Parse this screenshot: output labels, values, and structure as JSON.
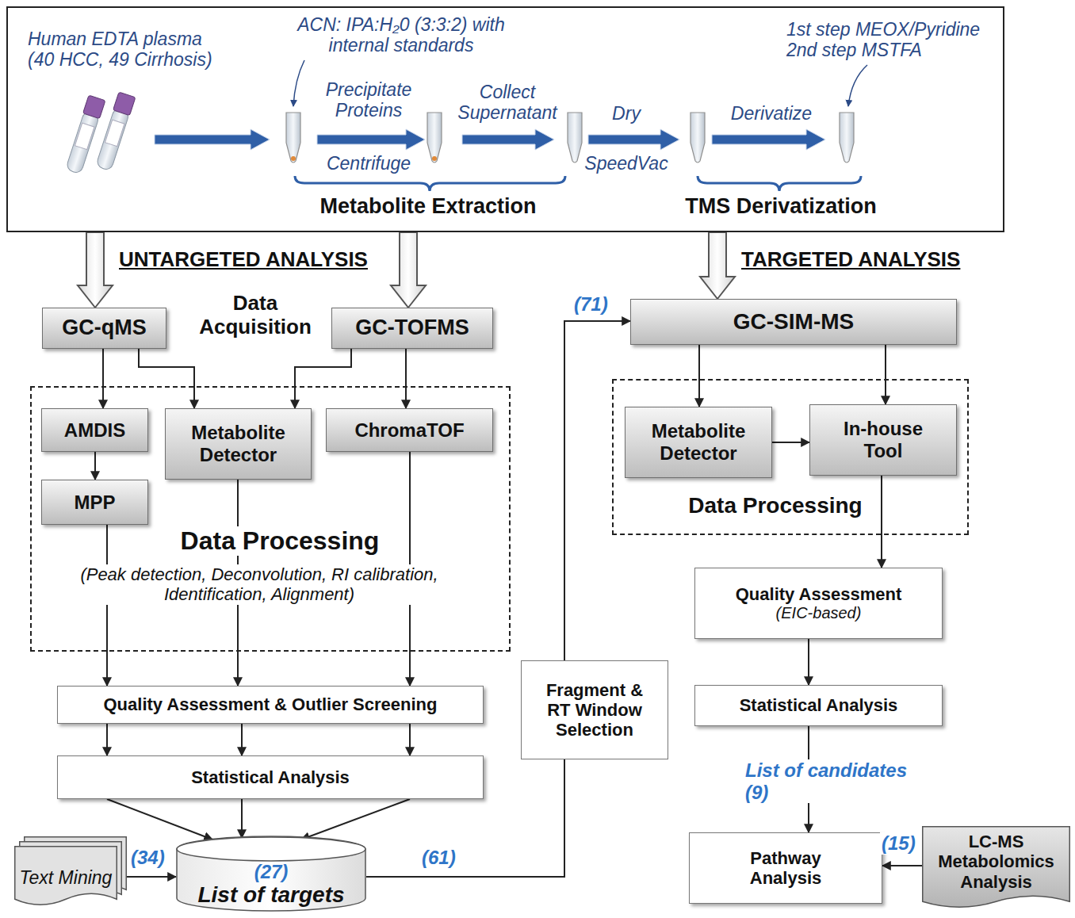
{
  "diagram": {
    "nodes": [
      {
        "text": [
          "Human EDTA plasma (40 HCC, 49 Cirrhosis)",
          "ACN: IPA:H₂0 (3:3:2) with internal standards",
          "Precipitate Proteins",
          "Centrifuge",
          "Collect Supernatant",
          "Dry",
          "SpeedVac",
          "Derivatize",
          "1st step MEOX/Pyridine 2nd step MSTFA",
          "Metabolite Extraction",
          "TMS Derivatization"
        ]
      },
      {
        "text": [
          "GC-qMS"
        ]
      },
      {
        "text": [
          "GC-TOFMS"
        ]
      },
      {
        "text": [
          "GC-SIM-MS"
        ]
      },
      {
        "text": [
          "Data Processing",
          "(Peak detection, Deconvolution, RI calibration, Identification, Alignment)"
        ]
      },
      {
        "text": [
          "AMDIS"
        ],
        "in": 4
      },
      {
        "text": [
          "MPP"
        ],
        "in": 4
      },
      {
        "text": [
          "Metabolite Detector"
        ],
        "in": 4
      },
      {
        "text": [
          "ChromaTOF"
        ],
        "in": 4
      },
      {
        "text": [
          "Quality Assessment & Outlier Screening"
        ]
      },
      {
        "text": [
          "Statistical Analysis"
        ]
      },
      {
        "text": [
          "(27)",
          "List of targets"
        ]
      },
      {
        "text": [
          "Text Mining"
        ]
      },
      {
        "text": [
          "Fragment & RT Window Selection"
        ]
      },
      {
        "text": [
          "Data Processing"
        ]
      },
      {
        "text": [
          "Metabolite Detector"
        ],
        "in": 14
      },
      {
        "text": [
          "In-house Tool"
        ],
        "in": 14
      },
      {
        "text": [
          "Quality Assessment",
          "(EIC-based)"
        ]
      },
      {
        "text": [
          "Statistical Analysis"
        ]
      },
      {
        "text": [
          "Pathway Analysis"
        ]
      },
      {
        "text": [
          "LC-MS Metabolomics Analysis"
        ]
      }
    ],
    "edges": [
      {
        "from": 0,
        "to": 1,
        "arrow": "to"
      },
      {
        "from": 0,
        "to": 2,
        "arrow": "to"
      },
      {
        "from": 0,
        "to": 3,
        "arrow": "to"
      },
      {
        "from": 1,
        "to": 5,
        "arrow": "to"
      },
      {
        "from": 1,
        "to": 7,
        "arrow": "to"
      },
      {
        "from": 2,
        "to": 7,
        "arrow": "to"
      },
      {
        "from": 2,
        "to": 8,
        "arrow": "to"
      },
      {
        "from": 5,
        "to": 6,
        "arrow": "to"
      },
      {
        "from": 6,
        "to": 9,
        "arrow": "to"
      },
      {
        "from": 7,
        "to": 9,
        "arrow": "to"
      },
      {
        "from": 8,
        "to": 9,
        "arrow": "to"
      },
      {
        "from": 9,
        "to": 10,
        "arrow": "to"
      },
      {
        "from": 9,
        "to": 10,
        "arrow": "to"
      },
      {
        "from": 9,
        "to": 10,
        "arrow": "to"
      },
      {
        "from": 10,
        "to": 11,
        "arrow": "to"
      },
      {
        "from": 10,
        "to": 11,
        "arrow": "to"
      },
      {
        "from": 10,
        "to": 11,
        "arrow": "to"
      },
      {
        "from": 12,
        "to": 11,
        "label": "(34)",
        "arrow": "to"
      },
      {
        "from": 11,
        "to": 13,
        "label": "(61)",
        "arrow": "none"
      },
      {
        "from": 13,
        "to": 3,
        "label": "(71)",
        "arrow": "to"
      },
      {
        "from": 3,
        "to": 15,
        "arrow": "to"
      },
      {
        "from": 3,
        "to": 16,
        "arrow": "to"
      },
      {
        "from": 15,
        "to": 16,
        "arrow": "to"
      },
      {
        "from": 16,
        "to": 17,
        "arrow": "to"
      },
      {
        "from": 17,
        "to": 18,
        "arrow": "to"
      },
      {
        "from": 18,
        "to": 19,
        "label": "List of candidates (9)",
        "arrow": "to"
      },
      {
        "from": 20,
        "to": 19,
        "label": "(15)",
        "arrow": "to"
      }
    ],
    "labels": [
      "UNTARGETED ANALYSIS",
      "Data Acquisition",
      "TARGETED ANALYSIS"
    ]
  }
}
